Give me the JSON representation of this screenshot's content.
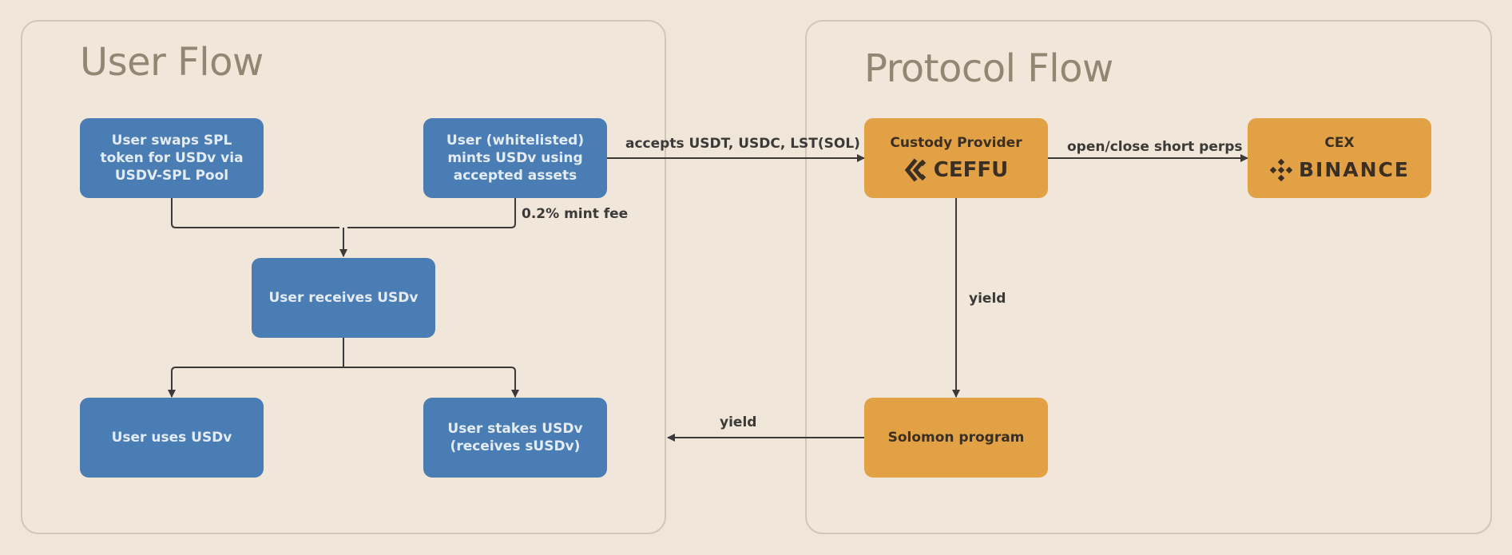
{
  "panels": {
    "user_flow": {
      "title": "User Flow"
    },
    "protocol_flow": {
      "title": "Protocol Flow"
    }
  },
  "nodes": {
    "user_swaps": "User swaps SPL token for USDv via USDV-SPL Pool",
    "user_mints": "User (whitelisted) mints USDv using accepted assets",
    "user_receives": "User receives USDv",
    "user_uses": "User uses USDv",
    "user_stakes": "User stakes USDv (receives sUSDv)",
    "custody_provider": {
      "title": "Custody Provider",
      "logo_text": "CEFFU",
      "logo_icon": "ceffu-logo-icon"
    },
    "cex": {
      "title": "CEX",
      "logo_text": "BINANCE",
      "logo_icon": "binance-logo-icon"
    },
    "solomon_program": "Solomon program"
  },
  "edges": {
    "accepts_assets": "accepts USDT, USDC, LST(SOL)",
    "mint_fee": "0.2% mint fee",
    "open_close": "open/close short perps",
    "yield_down": "yield",
    "yield_left": "yield"
  },
  "colors": {
    "background": "#efe5d8",
    "user_node": "#4b7db5",
    "protocol_node": "#e3a145",
    "panel_border": "#d2c7b6",
    "title": "#938774",
    "wire": "#3b3a38"
  }
}
